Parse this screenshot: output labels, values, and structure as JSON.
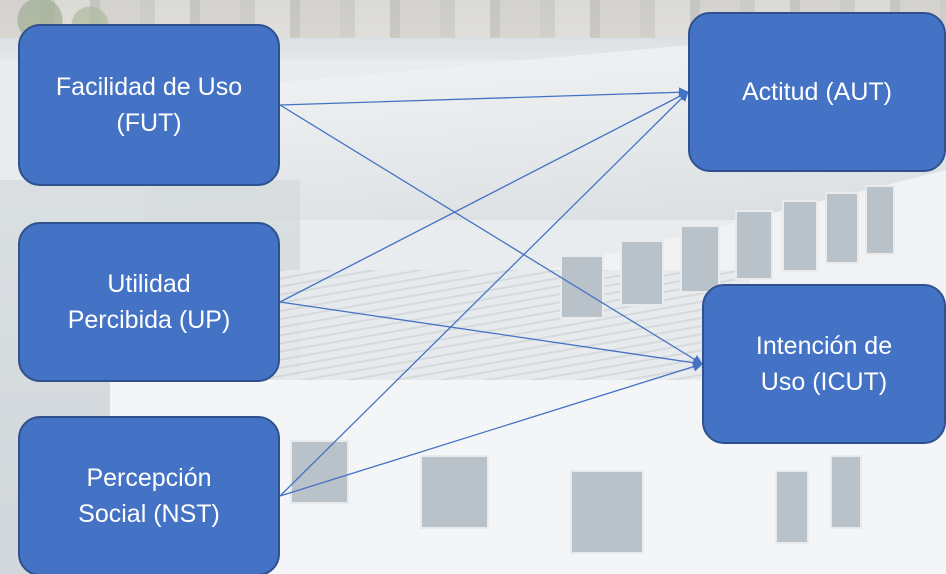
{
  "diagram": {
    "nodes": [
      {
        "id": "fut",
        "label": "Facilidad de Uso\n(FUT)"
      },
      {
        "id": "up",
        "label": "Utilidad\nPercibida (UP)"
      },
      {
        "id": "nst",
        "label": "Percepción\nSocial (NST)"
      },
      {
        "id": "aut",
        "label": "Actitud (AUT)"
      },
      {
        "id": "icut",
        "label": "Intención de\nUso  (ICUT)"
      }
    ],
    "edges": [
      {
        "from": "fut",
        "to": "aut"
      },
      {
        "from": "fut",
        "to": "icut"
      },
      {
        "from": "up",
        "to": "aut"
      },
      {
        "from": "up",
        "to": "icut"
      },
      {
        "from": "nst",
        "to": "aut"
      },
      {
        "from": "nst",
        "to": "icut"
      }
    ],
    "colors": {
      "node_fill": "#4472c4",
      "node_border": "#2f528f",
      "node_text": "#ffffff",
      "arrow": "#4472c4"
    }
  }
}
